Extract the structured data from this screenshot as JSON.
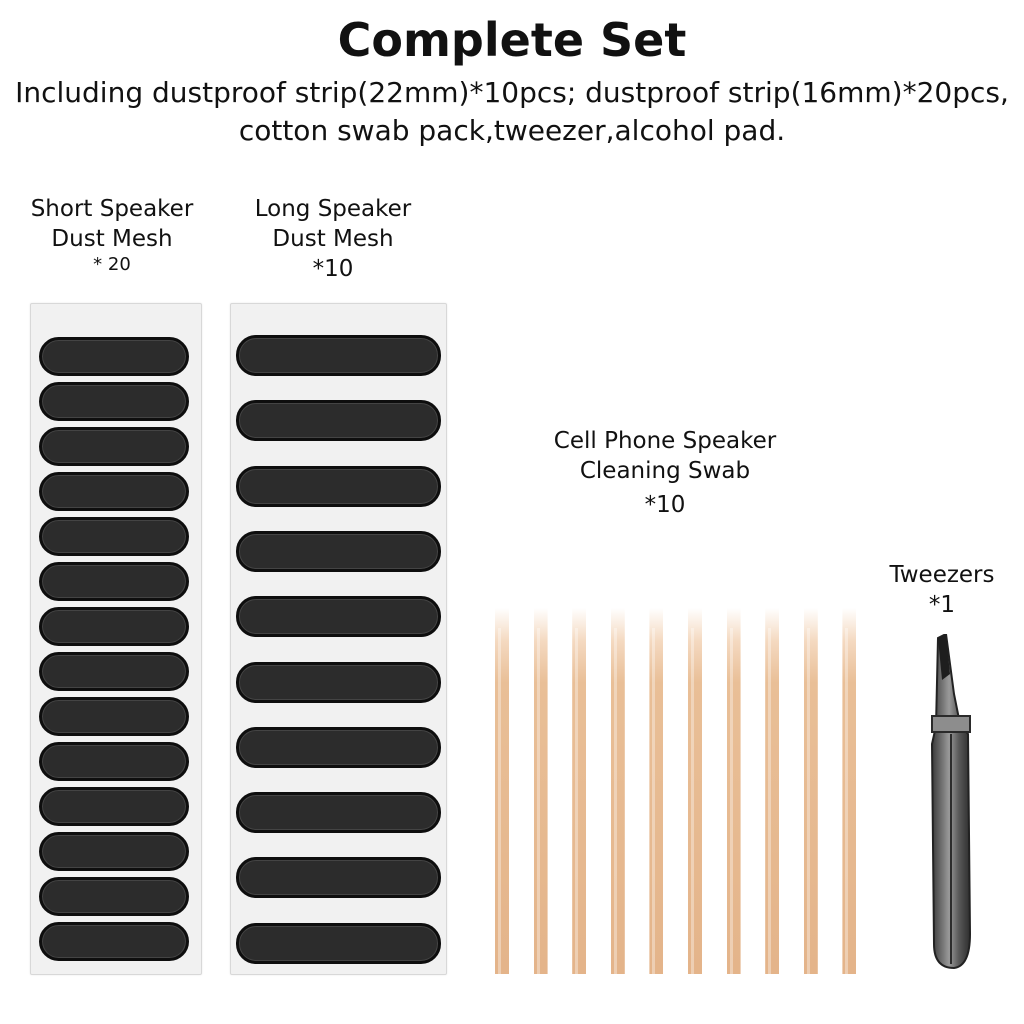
{
  "title": "Complete Set",
  "subtitle": {
    "line1": "Including dustproof strip(22mm)*10pcs; dustproof strip(16mm)*20pcs,",
    "line2": "cotton swab pack,tweezer,alcohol pad."
  },
  "items": {
    "short_mesh": {
      "line1": "Short Speaker",
      "line2": "Dust Mesh",
      "qty": "* 20",
      "count": 14
    },
    "long_mesh": {
      "line1": "Long Speaker",
      "line2": "Dust Mesh",
      "qty": "*10",
      "count": 10
    },
    "swab": {
      "line1": "Cell Phone Speaker",
      "line2": "Cleaning Swab",
      "qty": "*10",
      "count": 10
    },
    "tweezers": {
      "line1": "Tweezers",
      "qty": "*1",
      "icon": "tweezers-icon"
    }
  },
  "colors": {
    "mesh": "#2c2c2c",
    "sheet": "#f1f1f1",
    "wood": "#e4b48a"
  }
}
